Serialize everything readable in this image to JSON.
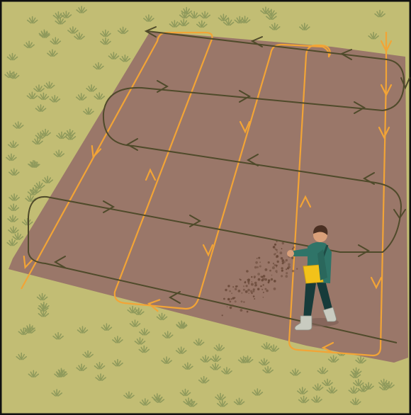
{
  "image": {
    "subject": "Sowing a field",
    "colors": {
      "grass": "#c2bd74",
      "grass_tuft": "#8f9a5c",
      "soil": "#9a7769",
      "soil_shadow": "#8a6a5d",
      "cross_path": "#4f4a2a",
      "length_path": "#f2a436",
      "seed": "#6a4a3a",
      "jacket": "#2f7468",
      "trousers": "#173b3a",
      "hair": "#4a2f22",
      "skin": "#d9a07a",
      "bag": "#f2c21a",
      "boots": "#c9cbc0",
      "frame": "#111111"
    },
    "paths": [
      {
        "name": "crosswise-pass",
        "color_key": "cross_path"
      },
      {
        "name": "lengthwise-pass",
        "color_key": "length_path"
      }
    ]
  }
}
